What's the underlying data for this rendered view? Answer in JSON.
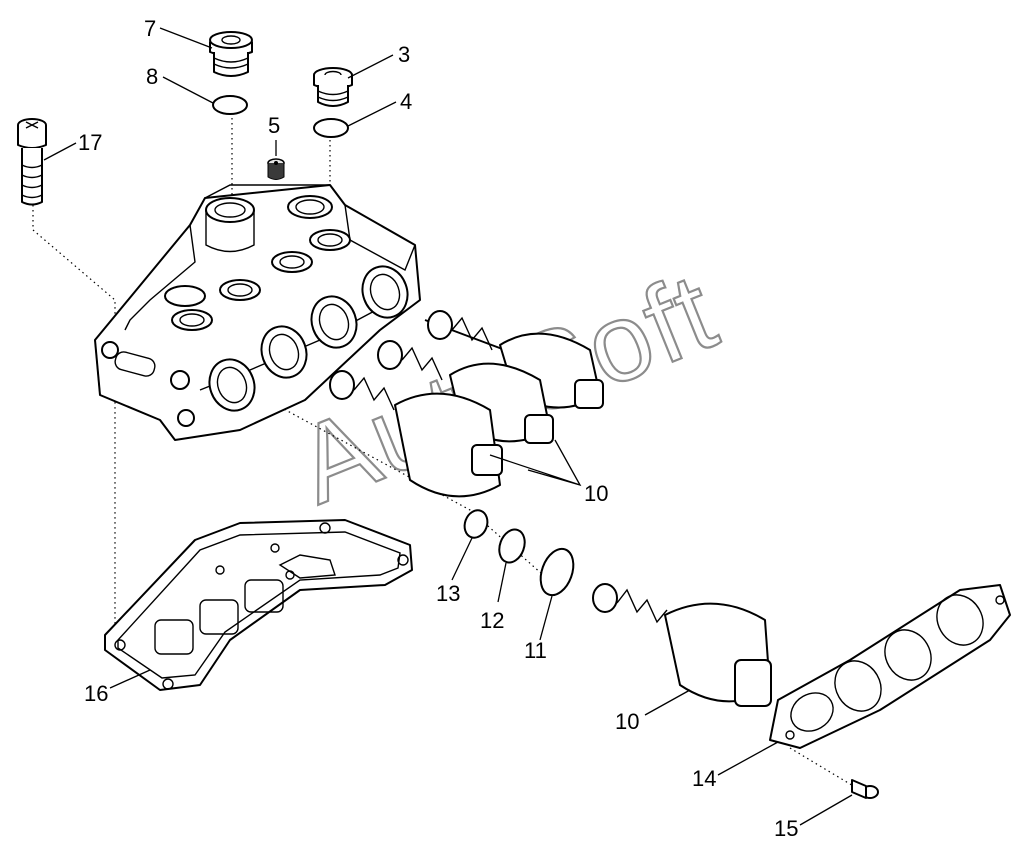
{
  "diagram": {
    "watermark": "AutoSoft",
    "callouts": [
      {
        "id": "c7",
        "label": "7"
      },
      {
        "id": "c3",
        "label": "3"
      },
      {
        "id": "c8",
        "label": "8"
      },
      {
        "id": "c4",
        "label": "4"
      },
      {
        "id": "c5",
        "label": "5"
      },
      {
        "id": "c17",
        "label": "17"
      },
      {
        "id": "c10a",
        "label": "10"
      },
      {
        "id": "c13",
        "label": "13"
      },
      {
        "id": "c12",
        "label": "12"
      },
      {
        "id": "c11",
        "label": "11"
      },
      {
        "id": "c16",
        "label": "16"
      },
      {
        "id": "c10b",
        "label": "10"
      },
      {
        "id": "c14",
        "label": "14"
      },
      {
        "id": "c15",
        "label": "15"
      }
    ]
  }
}
